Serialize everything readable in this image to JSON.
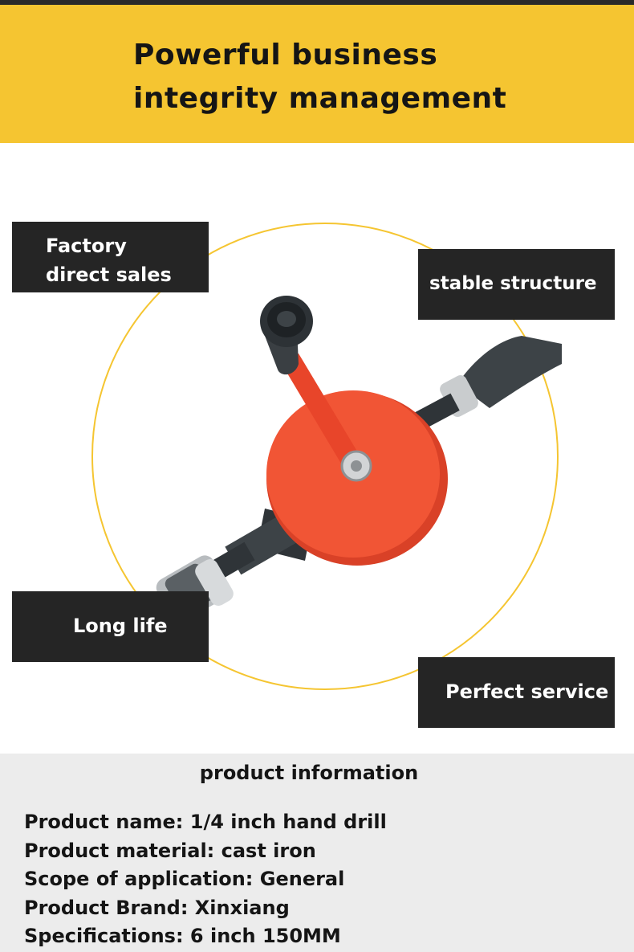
{
  "banner": {
    "title_line1": "Powerful business",
    "title_line2": "integrity management"
  },
  "features": {
    "factory_line1": "Factory",
    "factory_line2": "direct sales",
    "stable": "stable structure",
    "long_life": "Long life",
    "service": "Perfect service"
  },
  "product_image": {
    "subject": "hand-drill-icon",
    "colors": {
      "wheel": "#f15535",
      "body": "#3d4347",
      "ring": "#f5c531",
      "chrome": "#c9ccce"
    }
  },
  "info": {
    "heading": "product information",
    "lines": [
      "Product name: 1/4 inch hand drill",
      "Product material: cast iron",
      "Scope of application: General",
      "Product Brand: Xinxiang",
      "Specifications: 6 inch 150MM"
    ]
  }
}
